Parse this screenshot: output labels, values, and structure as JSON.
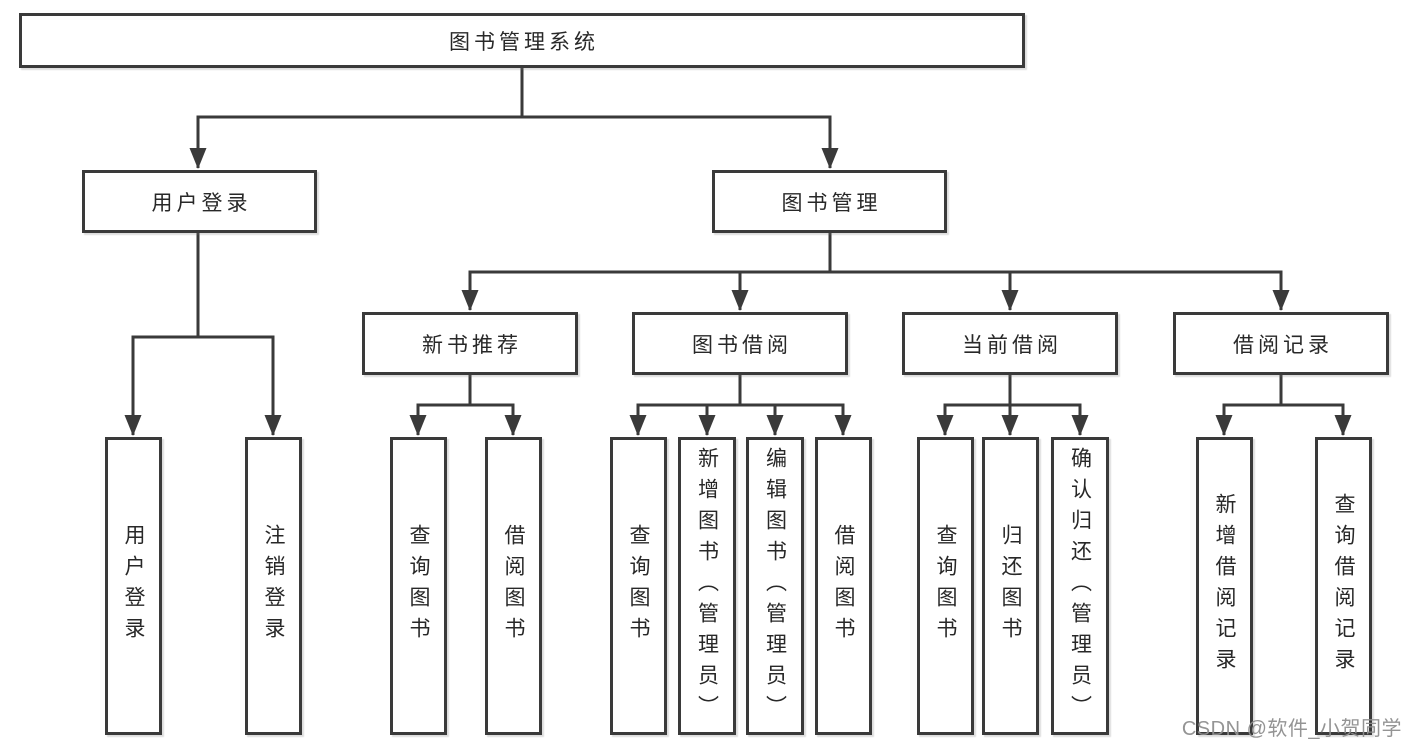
{
  "tree": {
    "root": "图书管理系统",
    "branches": [
      {
        "label": "用户登录",
        "children": [
          {
            "label": "用户登录"
          },
          {
            "label": "注销登录"
          }
        ]
      },
      {
        "label": "图书管理",
        "children": [
          {
            "label": "新书推荐",
            "children": [
              {
                "label": "查询图书"
              },
              {
                "label": "借阅图书"
              }
            ]
          },
          {
            "label": "图书借阅",
            "children": [
              {
                "label": "查询图书"
              },
              {
                "label": "新增图书（管理员）"
              },
              {
                "label": "编辑图书（管理员）"
              },
              {
                "label": "借阅图书"
              }
            ]
          },
          {
            "label": "当前借阅",
            "children": [
              {
                "label": "查询图书"
              },
              {
                "label": "归还图书"
              },
              {
                "label": "确认归还（管理员）"
              }
            ]
          },
          {
            "label": "借阅记录",
            "children": [
              {
                "label": "新增借阅记录"
              },
              {
                "label": "查询借阅记录"
              }
            ]
          }
        ]
      }
    ]
  },
  "watermark": {
    "text": "CSDN @软件_小贺同学"
  },
  "colors": {
    "line": "#3a3a3a",
    "box_border": "#3a3a3a",
    "text": "#282828",
    "watermark": "#8f8f8f",
    "background": "#ffffff"
  }
}
